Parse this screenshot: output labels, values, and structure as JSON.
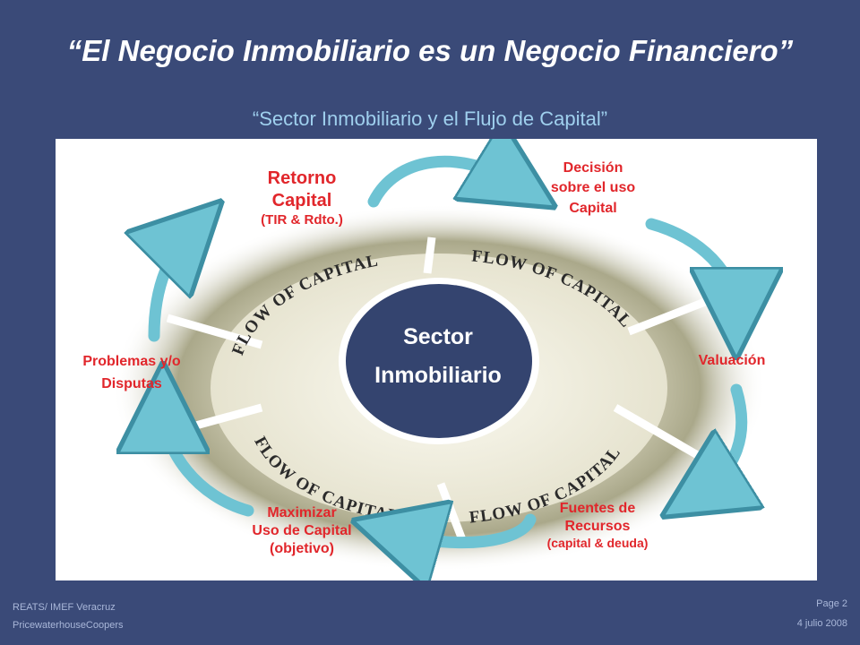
{
  "title": "“El Negocio Inmobiliario es un Negocio Financiero”",
  "subtitle": "“Sector Inmobiliario y el Flujo de Capital”",
  "diagram": {
    "center": {
      "line1": "Sector",
      "line2": "Inmobiliario"
    },
    "ring_text": "FLOW OF CAPITAL",
    "nodes": {
      "retorno": {
        "line1": "Retorno",
        "line2": "Capital",
        "line3": "(TIR & Rdto.)"
      },
      "decision": {
        "line1": "Decisión",
        "line2": "sobre el uso",
        "line3": "Capital"
      },
      "valuacion": {
        "line1": "Valuación"
      },
      "fuentes": {
        "line1": "Fuentes de",
        "line2": "Recursos",
        "line3": "(capital & deuda)"
      },
      "maximizar": {
        "line1": "Maximizar",
        "line2": "Uso de Capital",
        "line3": "(objetivo)"
      },
      "problemas": {
        "line1": "Problemas y/o",
        "line2": "Disputas"
      }
    },
    "colors": {
      "label": "#e1262b",
      "arrow": "#6ec3d3",
      "center": "#34446f",
      "background": "#3a4a78"
    }
  },
  "footer": {
    "left1": "REATS/ IMEF Veracruz",
    "left2": "PricewaterhouseCoopers",
    "right1": "Page 2",
    "right2": "4 julio 2008"
  }
}
